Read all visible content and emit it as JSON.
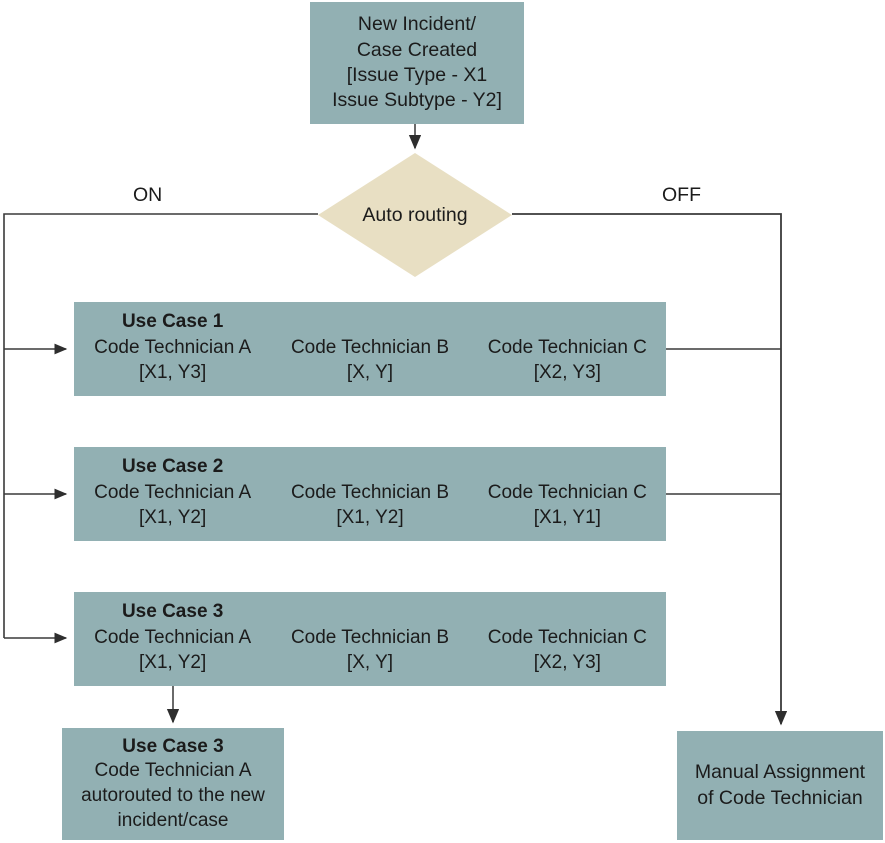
{
  "diagram": {
    "type": "flowchart",
    "title": "Auto routing of code technician flow",
    "colors": {
      "process_fill": "#92b0b3",
      "decision_fill": "#e8dfc3",
      "edge_stroke": "#3a3a3a",
      "text": "#1b1b1b",
      "background": "#ffffff"
    }
  },
  "start": {
    "line1": "New Incident/",
    "line2": "Case Created",
    "line3": "[Issue Type - X1",
    "line4": "Issue Subtype - Y2]"
  },
  "decision": {
    "label": "Auto routing",
    "branch_on": "ON",
    "branch_off": "OFF"
  },
  "use_cases": [
    {
      "title": "Use Case 1",
      "columns": [
        {
          "name": "Code Technician A",
          "codes": "[X1, Y3]"
        },
        {
          "name": "Code Technician B",
          "codes": "[X, Y]"
        },
        {
          "name": "Code Technician C",
          "codes": "[X2, Y3]"
        }
      ]
    },
    {
      "title": "Use Case 2",
      "columns": [
        {
          "name": "Code Technician A",
          "codes": "[X1, Y2]"
        },
        {
          "name": "Code Technician B",
          "codes": "[X1, Y2]"
        },
        {
          "name": "Code Technician C",
          "codes": "[X1, Y1]"
        }
      ]
    },
    {
      "title": "Use Case 3",
      "columns": [
        {
          "name": "Code Technician A",
          "codes": "[X1, Y2]"
        },
        {
          "name": "Code Technician B",
          "codes": "[X, Y]"
        },
        {
          "name": "Code Technician C",
          "codes": "[X2, Y3]"
        }
      ]
    }
  ],
  "result": {
    "title": "Use Case 3",
    "line1": "Code Technician A",
    "line2": "autorouted to the new",
    "line3": "incident/case"
  },
  "manual": {
    "line1": "Manual Assignment",
    "line2": "of Code Technician"
  }
}
